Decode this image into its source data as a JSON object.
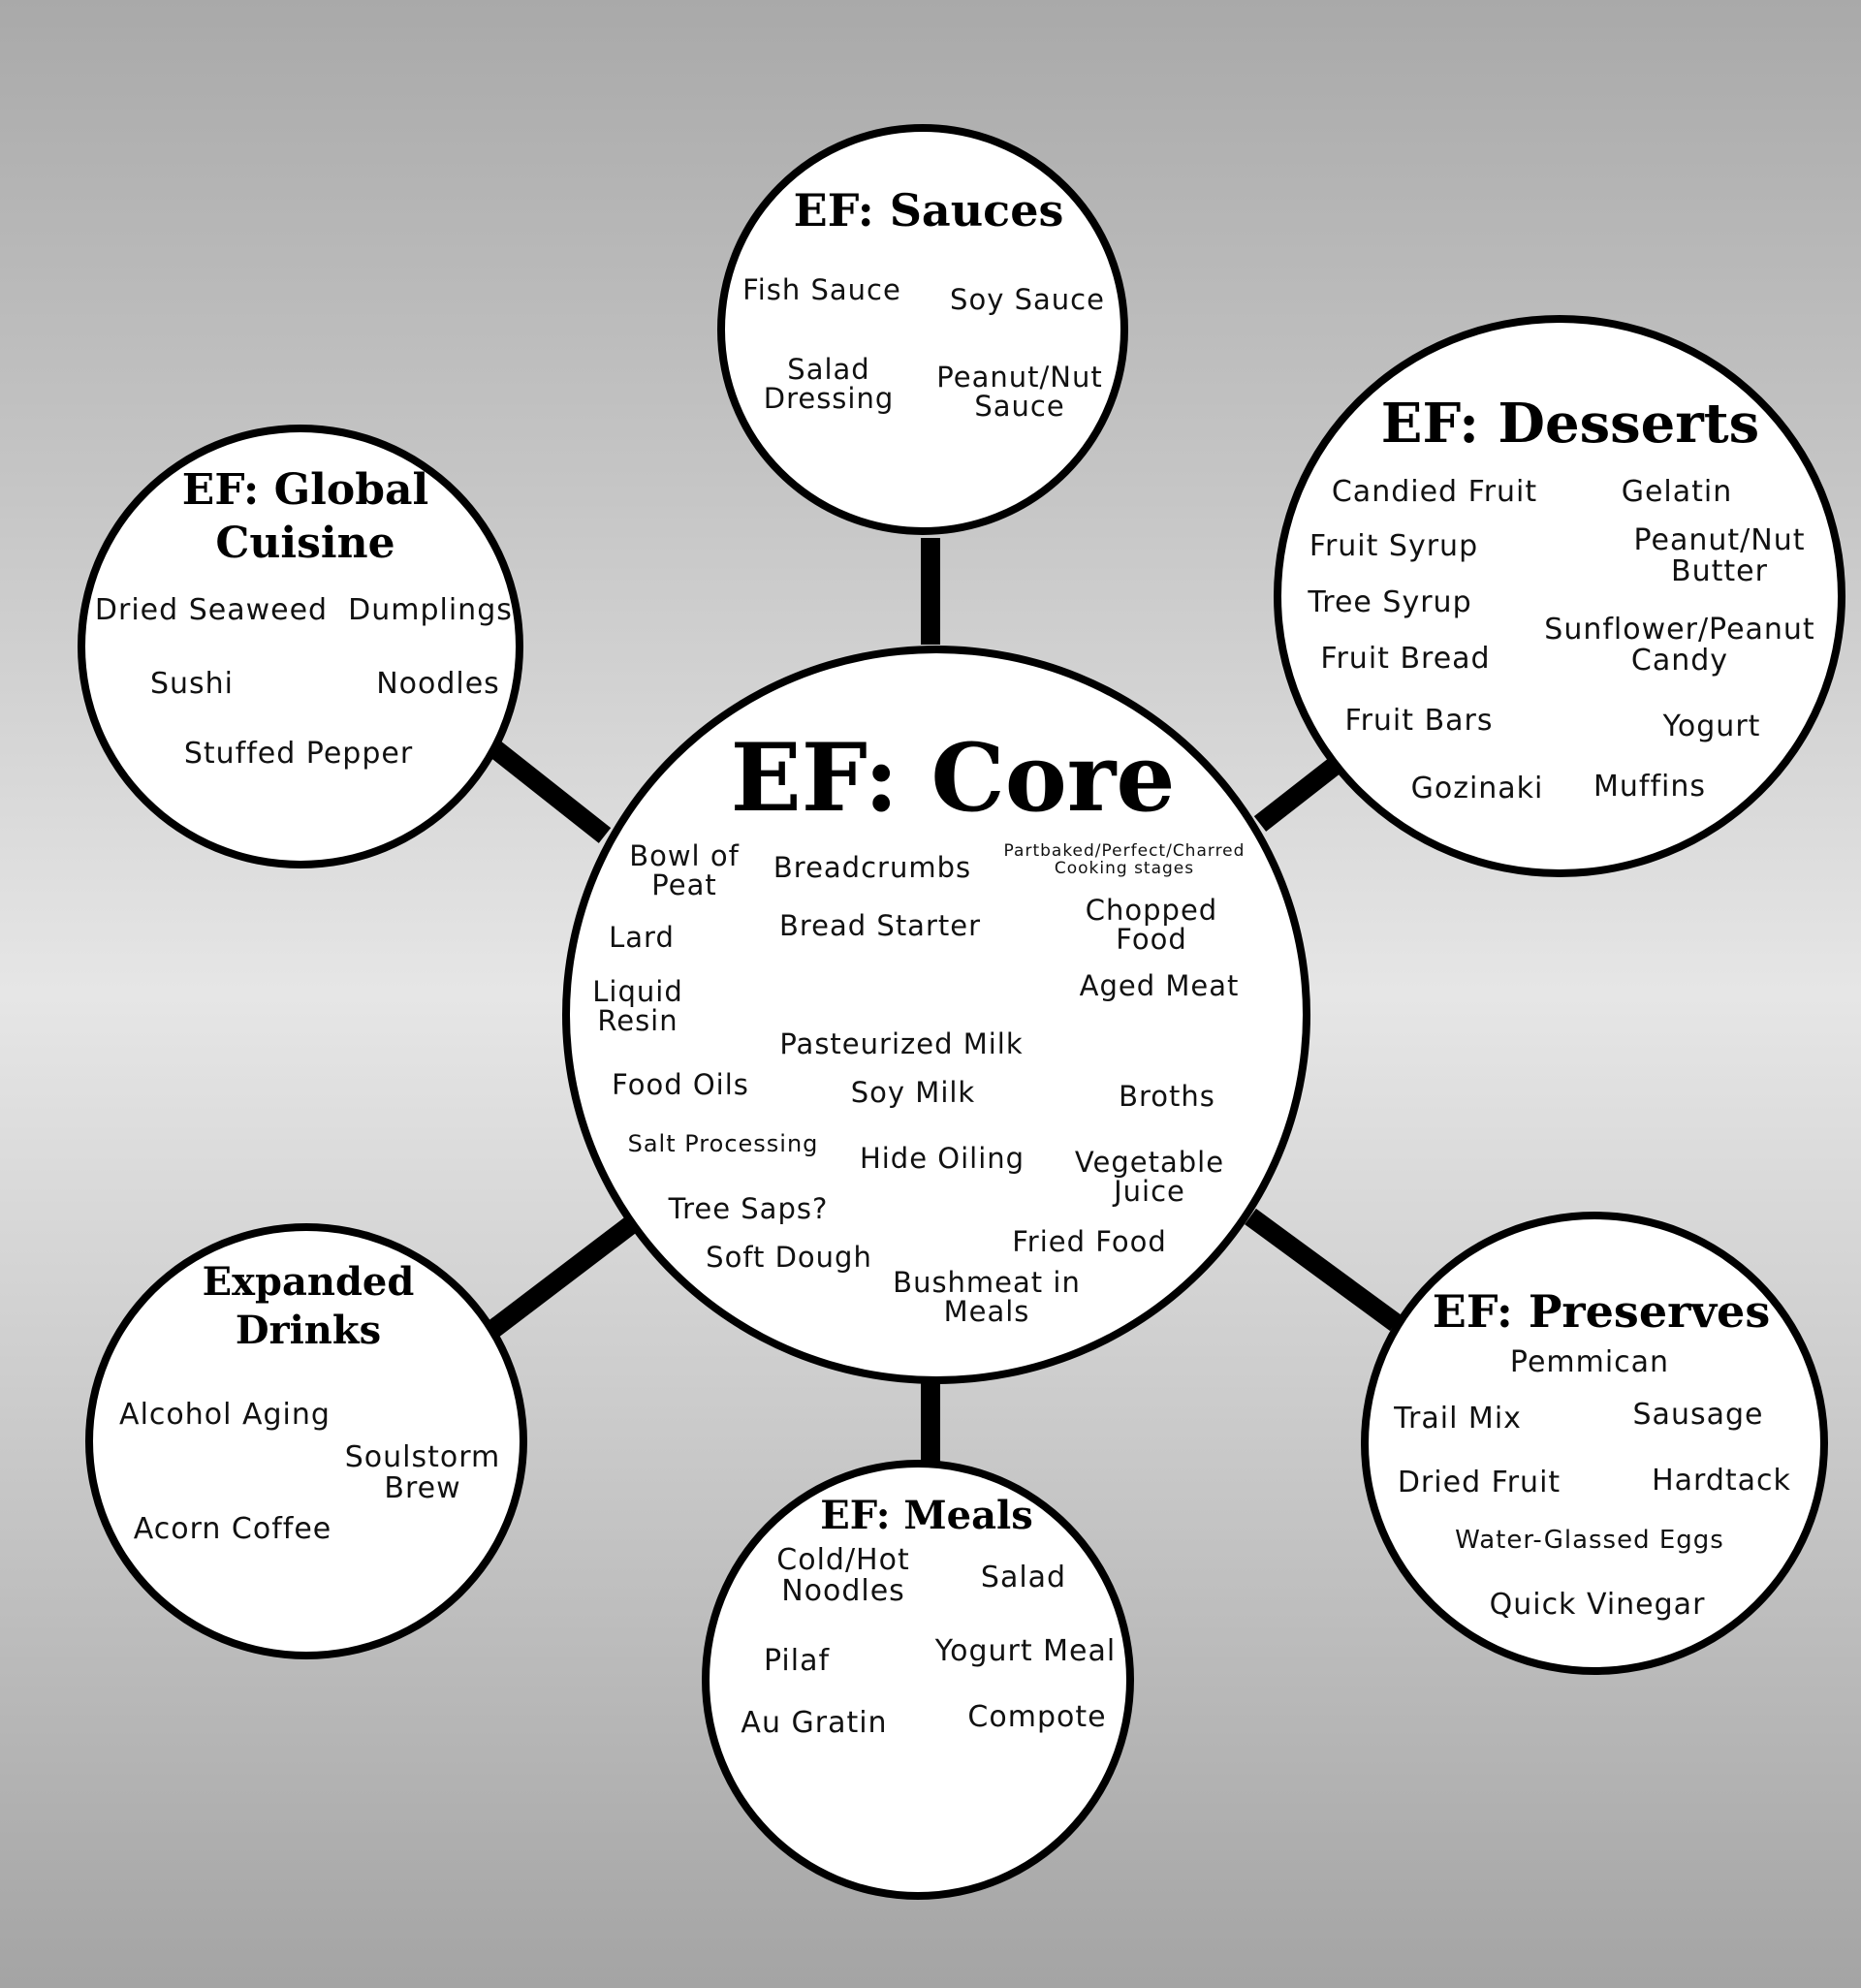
{
  "core": {
    "title": "EF: Core",
    "items": [
      "Bowl of\nPeat",
      "Breadcrumbs",
      "Partbaked/Perfect/Charred\nCooking stages",
      "Lard",
      "Bread Starter",
      "Chopped\nFood",
      "Liquid\nResin",
      "Aged Meat",
      "Pasteurized Milk",
      "Food Oils",
      "Soy Milk",
      "Broths",
      "Salt Processing",
      "Hide Oiling",
      "Vegetable\nJuice",
      "Tree Saps?",
      "Soft Dough",
      "Fried Food",
      "Bushmeat in\nMeals"
    ]
  },
  "sauces": {
    "title": "EF: Sauces",
    "items": [
      "Fish Sauce",
      "Soy Sauce",
      "Salad\nDressing",
      "Peanut/Nut\nSauce"
    ]
  },
  "desserts": {
    "title": "EF: Desserts",
    "items": [
      "Candied Fruit",
      "Gelatin",
      "Fruit Syrup",
      "Peanut/Nut\nButter",
      "Tree Syrup",
      "Sunflower/Peanut\nCandy",
      "Fruit Bread",
      "Fruit Bars",
      "Yogurt",
      "Gozinaki",
      "Muffins"
    ]
  },
  "global": {
    "title_line1": "EF: Global",
    "title_line2": "Cuisine",
    "items": [
      "Dried Seaweed",
      "Dumplings",
      "Sushi",
      "Noodles",
      "Stuffed Pepper"
    ]
  },
  "drinks": {
    "title_line1": "Expanded",
    "title_line2": "Drinks",
    "items": [
      "Alcohol Aging",
      "Soulstorm\nBrew",
      "Acorn Coffee"
    ]
  },
  "meals": {
    "title": "EF: Meals",
    "items": [
      "Cold/Hot\nNoodles",
      "Salad",
      "Pilaf",
      "Yogurt Meal",
      "Au Gratin",
      "Compote"
    ]
  },
  "preserves": {
    "title": "EF: Preserves",
    "items": [
      "Pemmican",
      "Trail Mix",
      "Sausage",
      "Dried Fruit",
      "Hardtack",
      "Water-Glassed Eggs",
      "Quick Vinegar"
    ]
  }
}
